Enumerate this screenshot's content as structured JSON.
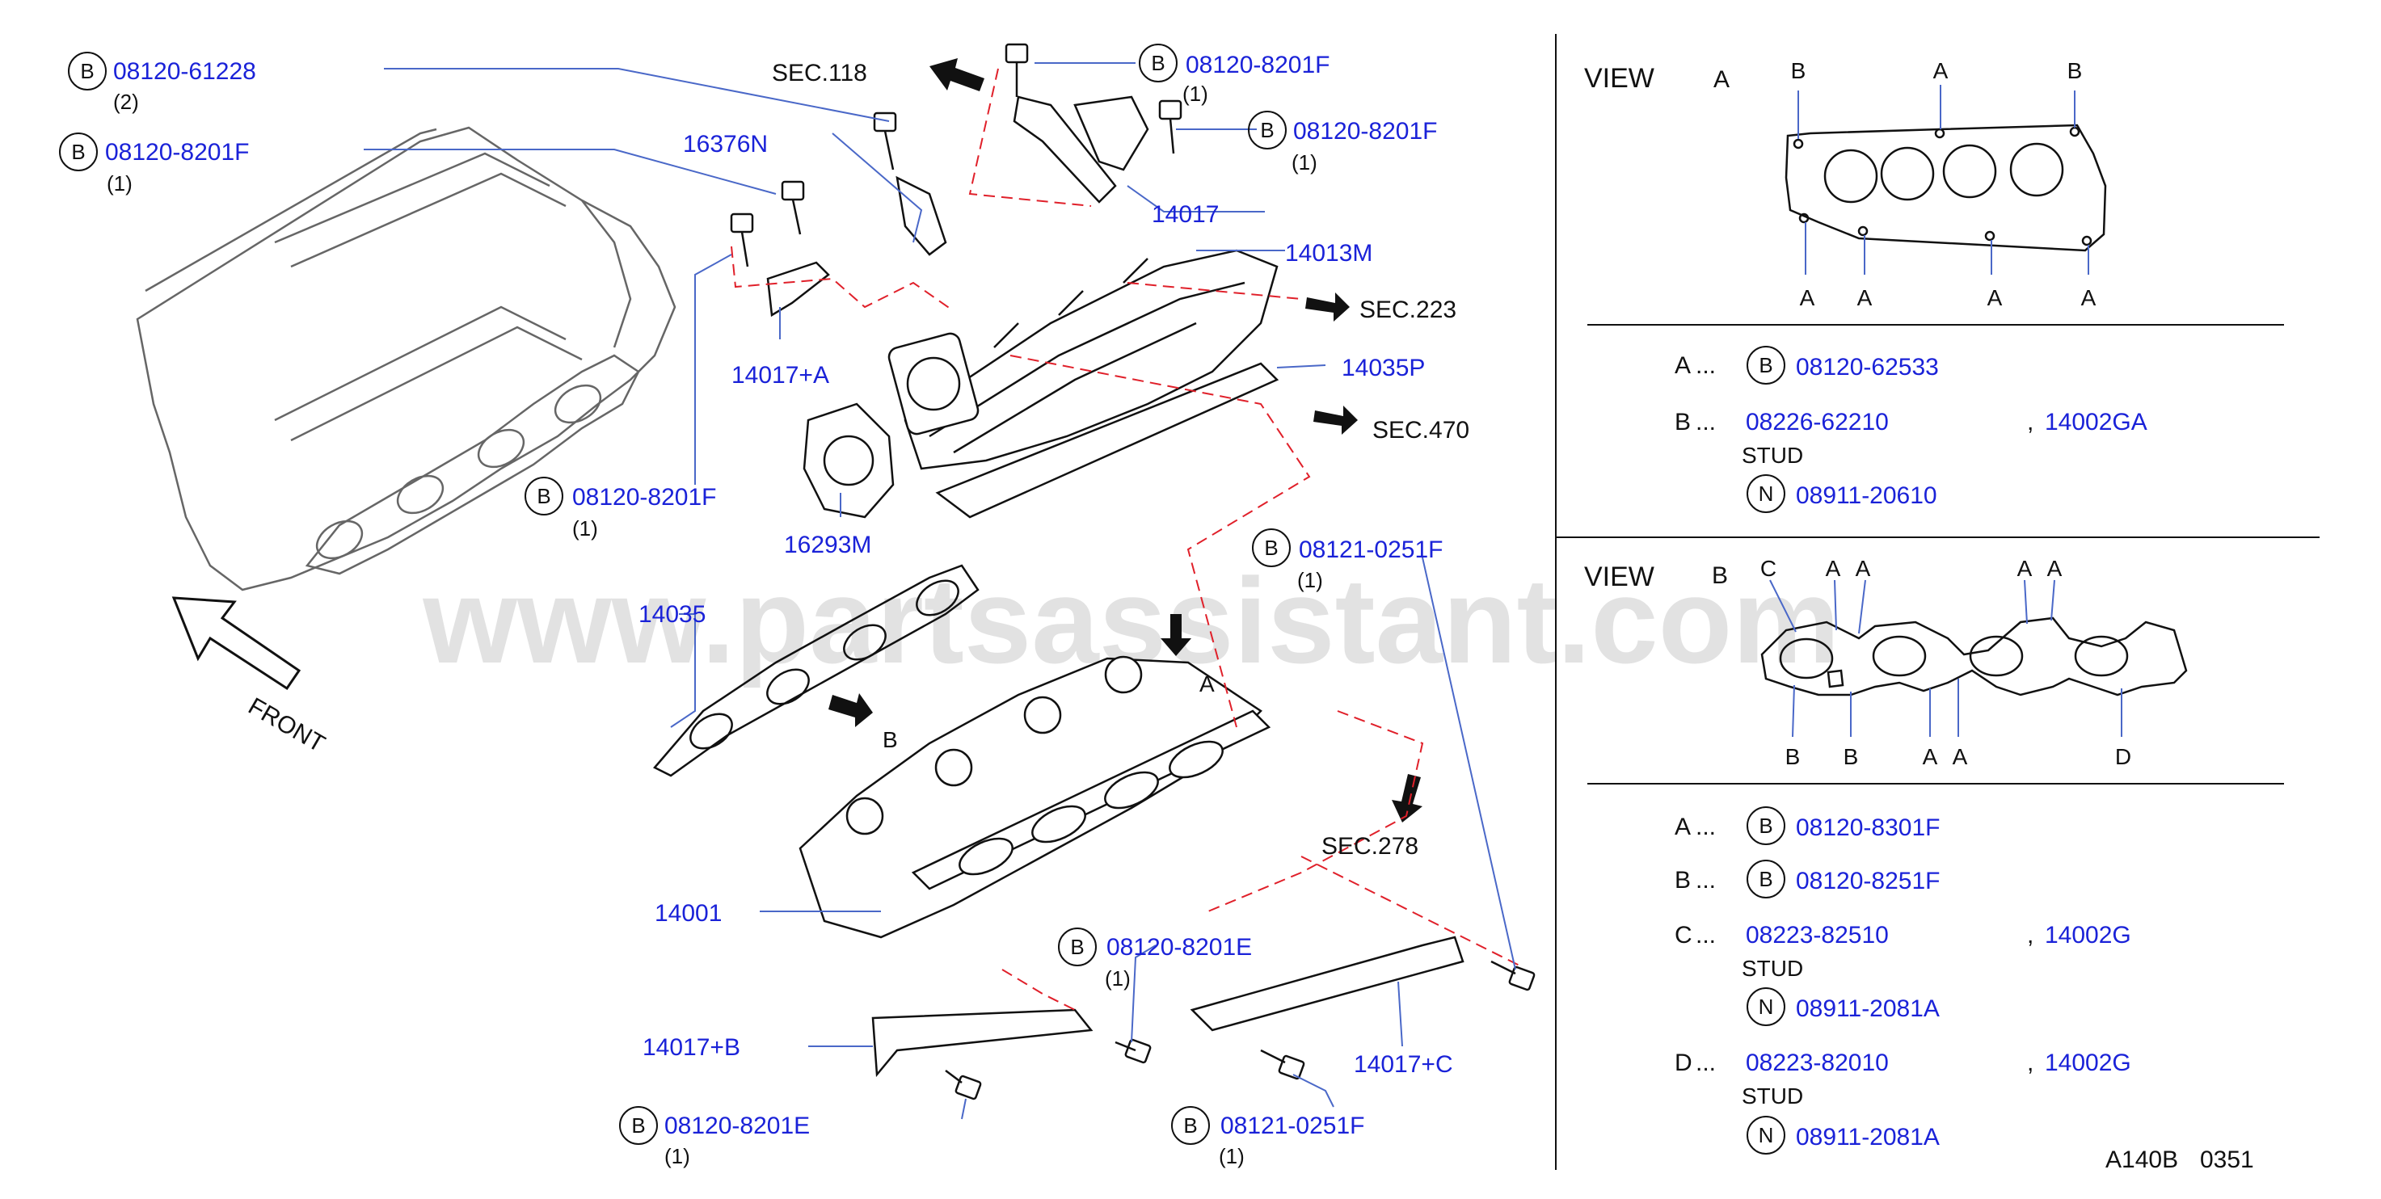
{
  "watermark": "www.partsassistant.com",
  "colors": {
    "part_number": "#1a22d8",
    "text": "#111111",
    "leader_blue": "#4a68c8",
    "dashed_red": "#e0202a",
    "watermark": "#d9d9d9"
  },
  "callouts": [
    {
      "id": "c1",
      "part": "08120-61228",
      "prefix": "B",
      "qty": "(2)"
    },
    {
      "id": "c2",
      "part": "08120-8201F",
      "prefix": "B",
      "qty": "(1)"
    },
    {
      "id": "c3",
      "part": "08120-8201F",
      "prefix": "B",
      "qty": "(1)"
    },
    {
      "id": "c4",
      "part": "08120-8201F",
      "prefix": "B",
      "qty": "(1)"
    },
    {
      "id": "c5",
      "part": "08120-8201F",
      "prefix": "B",
      "qty": "(1)"
    },
    {
      "id": "c6",
      "part": "08121-0251F",
      "prefix": "B",
      "qty": "(1)"
    },
    {
      "id": "c7",
      "part": "08120-8201E",
      "prefix": "B",
      "qty": "(1)"
    },
    {
      "id": "c8",
      "part": "08120-8201E",
      "prefix": "B",
      "qty": "(1)"
    },
    {
      "id": "c9",
      "part": "08121-0251F",
      "prefix": "B",
      "qty": "(1)"
    }
  ],
  "part_labels": {
    "p16376N": "16376N",
    "p14017": "14017",
    "p14013M": "14013M",
    "p14017A": "14017+A",
    "p14035P": "14035P",
    "p16293M": "16293M",
    "p14035": "14035",
    "p14001": "14001",
    "p14017B": "14017+B",
    "p14017C": "14017+C"
  },
  "sections": {
    "s118": "SEC.118",
    "s223": "SEC.223",
    "s470": "SEC.470",
    "s278": "SEC.278"
  },
  "markers": {
    "front": "FRONT",
    "a": "A",
    "b": "B"
  },
  "view_a": {
    "title": "VIEW",
    "letter": "A",
    "points_top": [
      "B",
      "A",
      "B"
    ],
    "points_bottom": [
      "A",
      "A",
      "A",
      "A"
    ],
    "legend": [
      {
        "key": "A",
        "dots": "...",
        "prefix": "B",
        "part": "08120-62533"
      },
      {
        "key": "B",
        "dots": "...",
        "part": "08226-62210",
        "sep": ",",
        "ref": "14002GA",
        "stud": "STUD",
        "nut_prefix": "N",
        "nut": "08911-20610"
      }
    ]
  },
  "view_b": {
    "title": "VIEW",
    "letter": "B",
    "points_top": [
      "C",
      "A",
      "A",
      "A",
      "A"
    ],
    "points_bottom": [
      "B",
      "B",
      "A",
      "A",
      "D"
    ],
    "legend": [
      {
        "key": "A",
        "dots": "...",
        "prefix": "B",
        "part": "08120-8301F"
      },
      {
        "key": "B",
        "dots": "...",
        "prefix": "B",
        "part": "08120-8251F"
      },
      {
        "key": "C",
        "dots": "...",
        "part": "08223-82510",
        "sep": ",",
        "ref": "14002G",
        "stud": "STUD",
        "nut_prefix": "N",
        "nut": "08911-2081A"
      },
      {
        "key": "D",
        "dots": "...",
        "part": "08223-82010",
        "sep": ",",
        "ref": "14002G",
        "stud": "STUD",
        "nut_prefix": "N",
        "nut": "08911-2081A"
      }
    ]
  },
  "footer": {
    "code": "A140B",
    "num": "0351"
  }
}
